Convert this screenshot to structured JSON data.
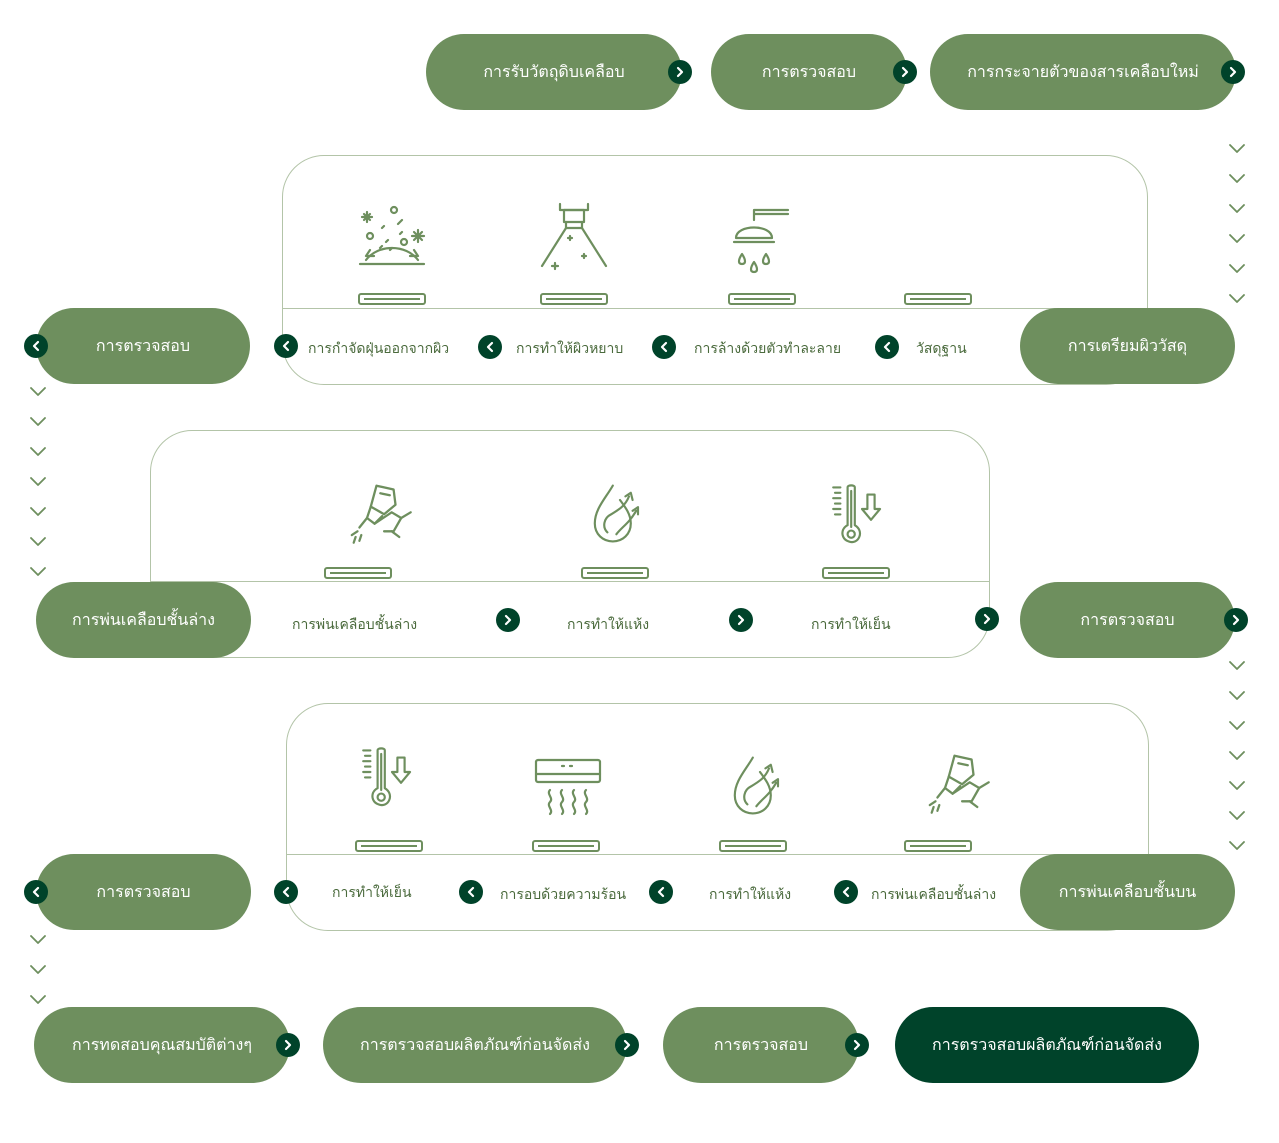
{
  "row1": {
    "pill1": "การรับวัตถุดิบเคลือบ",
    "pill2": "การตรวจสอบ",
    "pill3": "การกระจายตัวของสารเคลือบใหม่"
  },
  "row2": {
    "left_pill": "การตรวจสอบ",
    "right_pill": "การเตรียมผิววัสดุ",
    "steps": [
      "การกำจัดฝุ่นออกจากผิว",
      "การทำให้ผิวหยาบ",
      "การล้างด้วยตัวทำละลาย",
      "วัสดุฐาน"
    ]
  },
  "row3": {
    "left_pill": "การพ่นเคลือบชั้นล่าง",
    "right_pill": "การตรวจสอบ",
    "steps": [
      "การพ่นเคลือบชั้นล่าง",
      "การทำให้แห้ง",
      "การทำให้เย็น"
    ]
  },
  "row4": {
    "left_pill": "การตรวจสอบ",
    "right_pill": "การพ่นเคลือบชั้นบน",
    "steps": [
      "การทำให้เย็น",
      "การอบด้วยความร้อน",
      "การทำให้แห้ง",
      "การพ่นเคลือบชั้นล่าง"
    ]
  },
  "row5": {
    "pill1": "การทดสอบคุณสมบัติต่างๆ",
    "pill2": "การตรวจสอบผลิตภัณฑ์ก่อนจัดส่ง",
    "pill3": "การตรวจสอบ",
    "pill4": "การตรวจสอบผลิตภัณฑ์ก่อนจัดส่ง"
  },
  "icons": {
    "dust": "dust-removal-icon",
    "sandblast": "sandblast-nozzle-icon",
    "shower": "shower-icon",
    "spray_gun": "spray-gun-icon",
    "drying": "water-drop-evaporation-icon",
    "cooling": "thermometer-cooling-icon",
    "heater": "air-heater-icon"
  },
  "colors": {
    "pill": "#6e8f5e",
    "pill_dark": "#00432a",
    "arrow": "#00432a",
    "line": "#b3c4a8",
    "icon": "#6e8f5e"
  }
}
